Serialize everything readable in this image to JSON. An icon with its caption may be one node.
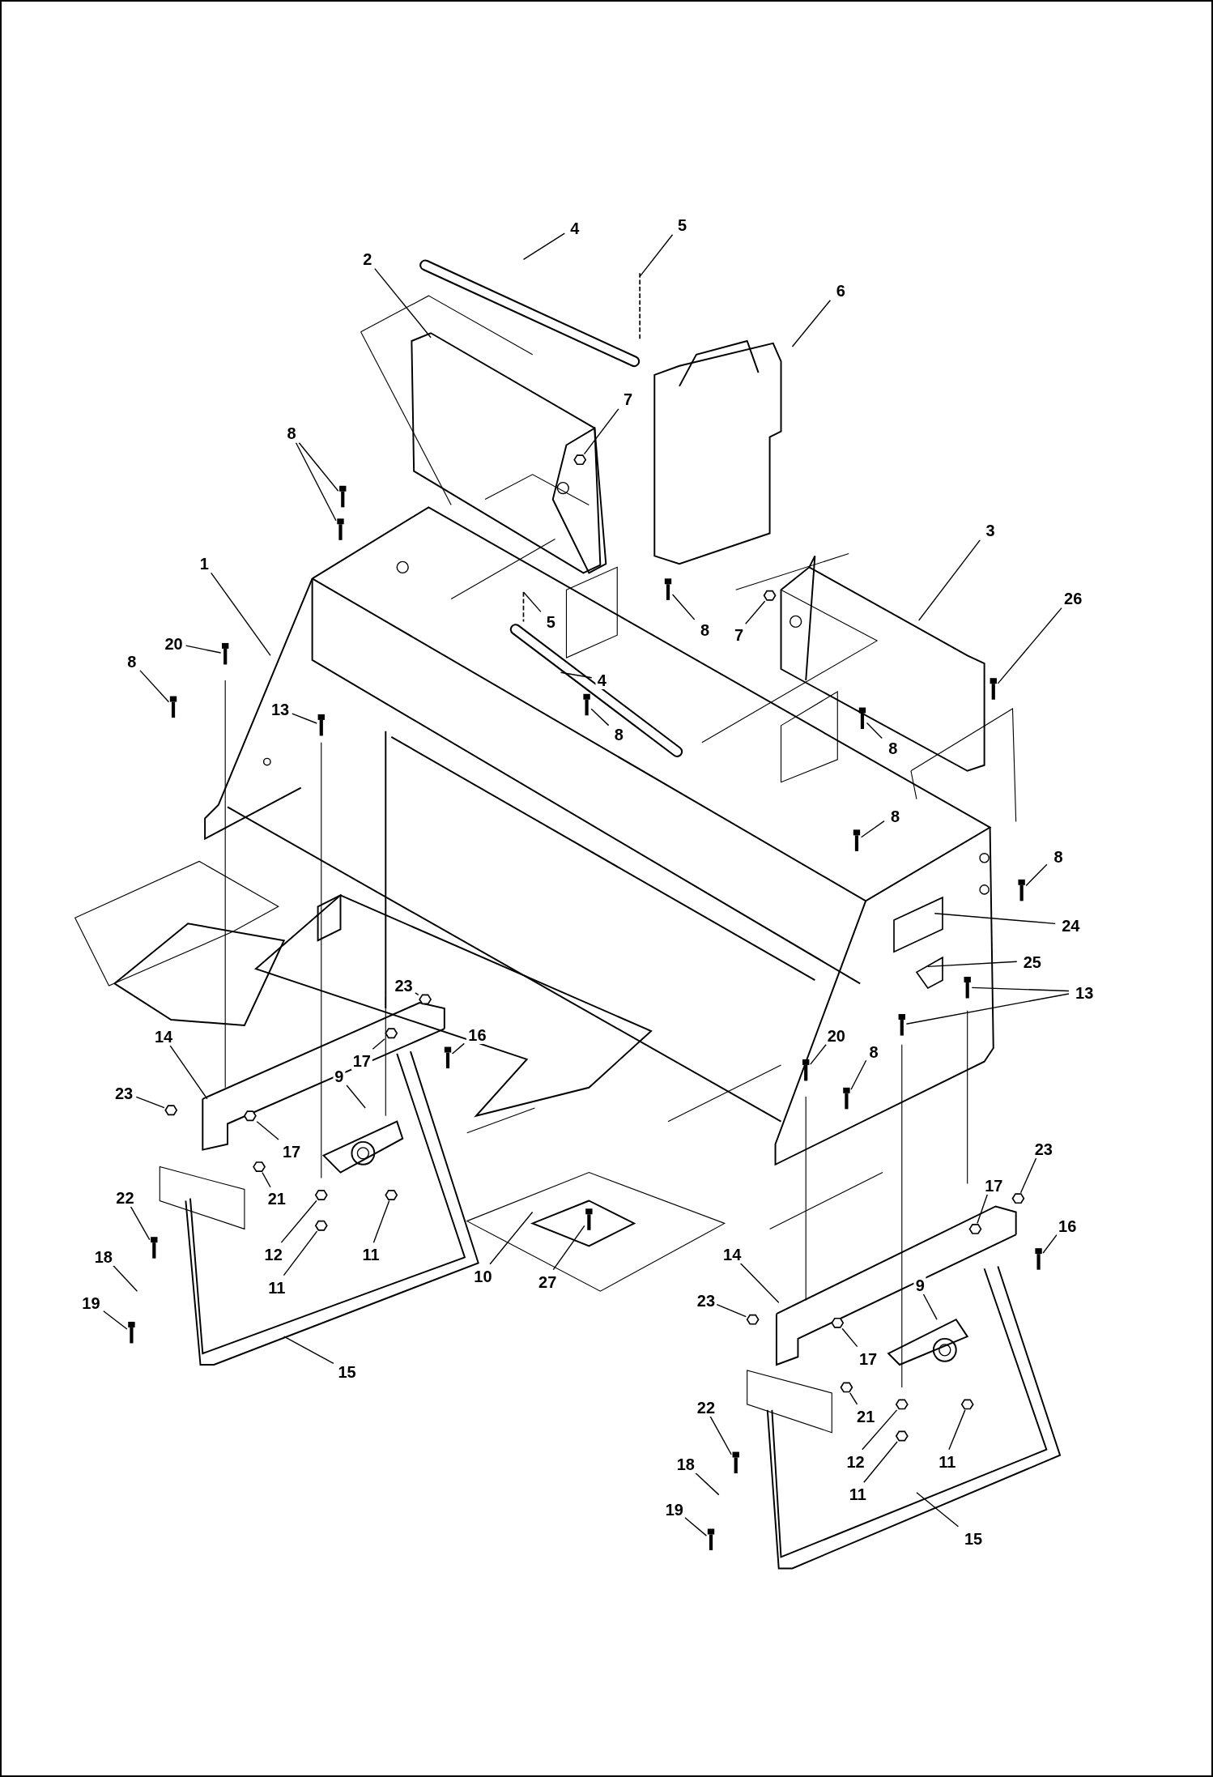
{
  "diagram": {
    "nodes": [
      {
        "text": [
          "4"
        ]
      },
      {
        "text": [
          "5"
        ]
      },
      {
        "text": [
          "2"
        ]
      },
      {
        "text": [
          "6"
        ]
      },
      {
        "text": [
          "8"
        ]
      },
      {
        "text": [
          "7"
        ]
      },
      {
        "text": [
          "3"
        ]
      },
      {
        "text": [
          "1"
        ]
      },
      {
        "text": [
          "26"
        ]
      },
      {
        "text": [
          "5"
        ]
      },
      {
        "text": [
          "8"
        ]
      },
      {
        "text": [
          "7"
        ]
      },
      {
        "text": [
          "20"
        ]
      },
      {
        "text": [
          "8"
        ]
      },
      {
        "text": [
          "13"
        ]
      },
      {
        "text": [
          "4"
        ]
      },
      {
        "text": [
          "8"
        ]
      },
      {
        "text": [
          "8"
        ]
      },
      {
        "text": [
          "8"
        ]
      },
      {
        "text": [
          "8"
        ]
      },
      {
        "text": [
          "24"
        ]
      },
      {
        "text": [
          "25"
        ]
      },
      {
        "text": [
          "23"
        ]
      },
      {
        "text": [
          "13"
        ]
      },
      {
        "text": [
          "16"
        ]
      },
      {
        "text": [
          "17"
        ]
      },
      {
        "text": [
          "14"
        ]
      },
      {
        "text": [
          "20"
        ]
      },
      {
        "text": [
          "8"
        ]
      },
      {
        "text": [
          "9"
        ]
      },
      {
        "text": [
          "23"
        ]
      },
      {
        "text": [
          "17"
        ]
      },
      {
        "text": [
          "21"
        ]
      },
      {
        "text": [
          "22"
        ]
      },
      {
        "text": [
          "12"
        ]
      },
      {
        "text": [
          "11"
        ]
      },
      {
        "text": [
          "11"
        ]
      },
      {
        "text": [
          "23"
        ]
      },
      {
        "text": [
          "17"
        ]
      },
      {
        "text": [
          "16"
        ]
      },
      {
        "text": [
          "10"
        ]
      },
      {
        "text": [
          "27"
        ]
      },
      {
        "text": [
          "18"
        ]
      },
      {
        "text": [
          "19"
        ]
      },
      {
        "text": [
          "14"
        ]
      },
      {
        "text": [
          "15"
        ]
      },
      {
        "text": [
          "23"
        ]
      },
      {
        "text": [
          "9"
        ]
      },
      {
        "text": [
          "17"
        ]
      },
      {
        "text": [
          "21"
        ]
      },
      {
        "text": [
          "22"
        ]
      },
      {
        "text": [
          "12"
        ]
      },
      {
        "text": [
          "11"
        ]
      },
      {
        "text": [
          "18"
        ]
      },
      {
        "text": [
          "11"
        ]
      },
      {
        "text": [
          "19"
        ]
      },
      {
        "text": [
          "15"
        ]
      },
      {
        "text": [],
        "shape": "bolt"
      },
      {
        "text": [],
        "shape": "bolt"
      },
      {
        "text": [],
        "shape": "bolt"
      },
      {
        "text": [],
        "shape": "bolt"
      },
      {
        "text": [],
        "shape": "bolt"
      },
      {
        "text": [],
        "shape": "bolt"
      },
      {
        "text": [],
        "shape": "bolt"
      },
      {
        "text": [],
        "shape": "bolt"
      },
      {
        "text": [],
        "shape": "bolt"
      },
      {
        "text": [],
        "shape": "bolt"
      },
      {
        "text": [],
        "shape": "bolt"
      },
      {
        "text": [],
        "shape": "bolt"
      },
      {
        "text": [],
        "shape": "bolt"
      },
      {
        "text": [],
        "shape": "bolt"
      },
      {
        "text": [],
        "shape": "bolt"
      },
      {
        "text": [],
        "shape": "bolt"
      },
      {
        "text": [],
        "shape": "bolt"
      },
      {
        "text": [],
        "shape": "bolt"
      },
      {
        "text": [],
        "shape": "bolt"
      },
      {
        "text": [],
        "shape": "bolt"
      },
      {
        "text": [],
        "shape": "bolt"
      },
      {
        "text": [],
        "shape": "bolt"
      },
      {
        "text": [],
        "shape": "nut"
      },
      {
        "text": [],
        "shape": "nut"
      },
      {
        "text": [],
        "shape": "nut"
      },
      {
        "text": [],
        "shape": "nut"
      },
      {
        "text": [],
        "shape": "nut"
      },
      {
        "text": [],
        "shape": "nut"
      },
      {
        "text": [],
        "shape": "nut"
      },
      {
        "text": [],
        "shape": "nut"
      },
      {
        "text": [],
        "shape": "nut"
      },
      {
        "text": [],
        "shape": "nut"
      },
      {
        "text": [],
        "shape": "nut"
      },
      {
        "text": [],
        "shape": "nut"
      },
      {
        "text": [],
        "shape": "nut"
      },
      {
        "text": [],
        "shape": "nut"
      },
      {
        "text": [],
        "shape": "nut"
      },
      {
        "text": [],
        "shape": "nut"
      },
      {
        "text": [],
        "shape": "nut"
      },
      {
        "text": [],
        "shape": "nut"
      }
    ],
    "edges": [
      {
        "from": 0,
        "to": null,
        "arrow": "none"
      },
      {
        "from": 1,
        "to": null,
        "arrow": "none"
      },
      {
        "from": 2,
        "to": null,
        "arrow": "none"
      },
      {
        "from": 3,
        "to": null,
        "arrow": "none"
      },
      {
        "from": 4,
        "to": 57,
        "arrow": "none"
      },
      {
        "from": 4,
        "to": 58,
        "arrow": "none"
      },
      {
        "from": 5,
        "to": 95,
        "arrow": "none"
      },
      {
        "from": 6,
        "to": null,
        "arrow": "none"
      },
      {
        "from": 7,
        "to": null,
        "arrow": "none"
      },
      {
        "from": 8,
        "to": 70,
        "arrow": "none"
      },
      {
        "from": 9,
        "to": null,
        "arrow": "none"
      },
      {
        "from": 10,
        "to": 59,
        "arrow": "none"
      },
      {
        "from": 11,
        "to": 94,
        "arrow": "none"
      },
      {
        "from": 12,
        "to": 63,
        "arrow": "none"
      },
      {
        "from": 13,
        "to": 68,
        "arrow": "none"
      },
      {
        "from": 14,
        "to": 64,
        "arrow": "none"
      },
      {
        "from": 15,
        "to": null,
        "arrow": "none"
      },
      {
        "from": 16,
        "to": 69,
        "arrow": "none"
      },
      {
        "from": 17,
        "to": 60,
        "arrow": "none"
      },
      {
        "from": 18,
        "to": 61,
        "arrow": "none"
      },
      {
        "from": 19,
        "to": 62,
        "arrow": "none"
      },
      {
        "from": 20,
        "to": null,
        "arrow": "none"
      },
      {
        "from": 21,
        "to": null,
        "arrow": "none"
      },
      {
        "from": 22,
        "to": 96,
        "arrow": "none"
      },
      {
        "from": 23,
        "to": 65,
        "arrow": "none"
      },
      {
        "from": 23,
        "to": 66,
        "arrow": "none"
      },
      {
        "from": 24,
        "to": 71,
        "arrow": "none"
      },
      {
        "from": 25,
        "to": 83,
        "arrow": "none"
      },
      {
        "from": 26,
        "to": null,
        "arrow": "none"
      },
      {
        "from": 27,
        "to": 67,
        "arrow": "none"
      },
      {
        "from": 28,
        "to": 78,
        "arrow": "none"
      },
      {
        "from": 29,
        "to": null,
        "arrow": "none"
      },
      {
        "from": 30,
        "to": 84,
        "arrow": "none"
      },
      {
        "from": 31,
        "to": 85,
        "arrow": "none"
      },
      {
        "from": 32,
        "to": 82,
        "arrow": "none"
      },
      {
        "from": 33,
        "to": 73,
        "arrow": "none"
      },
      {
        "from": 34,
        "to": 80,
        "arrow": "none"
      },
      {
        "from": 35,
        "to": 79,
        "arrow": "none"
      },
      {
        "from": 36,
        "to": 81,
        "arrow": "none"
      },
      {
        "from": 37,
        "to": 91,
        "arrow": "none"
      },
      {
        "from": 38,
        "to": 90,
        "arrow": "none"
      },
      {
        "from": 39,
        "to": 72,
        "arrow": "none"
      },
      {
        "from": 40,
        "to": null,
        "arrow": "none"
      },
      {
        "from": 41,
        "to": 75,
        "arrow": "none"
      },
      {
        "from": 42,
        "to": null,
        "arrow": "none"
      },
      {
        "from": 43,
        "to": 76,
        "arrow": "none"
      },
      {
        "from": 44,
        "to": null,
        "arrow": "none"
      },
      {
        "from": 45,
        "to": null,
        "arrow": "none"
      },
      {
        "from": 46,
        "to": 92,
        "arrow": "none"
      },
      {
        "from": 47,
        "to": null,
        "arrow": "none"
      },
      {
        "from": 48,
        "to": 93,
        "arrow": "none"
      },
      {
        "from": 49,
        "to": 89,
        "arrow": "none"
      },
      {
        "from": 50,
        "to": 74,
        "arrow": "none"
      },
      {
        "from": 51,
        "to": 87,
        "arrow": "none"
      },
      {
        "from": 52,
        "to": 86,
        "arrow": "none"
      },
      {
        "from": 53,
        "to": null,
        "arrow": "none"
      },
      {
        "from": 54,
        "to": 88,
        "arrow": "none"
      },
      {
        "from": 55,
        "to": 77,
        "arrow": "none"
      },
      {
        "from": 56,
        "to": null,
        "arrow": "none"
      }
    ]
  }
}
